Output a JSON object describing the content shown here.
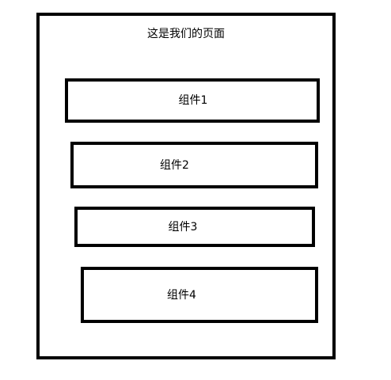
{
  "page": {
    "title": "这是我们的页面"
  },
  "components": [
    {
      "label": "组件1"
    },
    {
      "label": "组件2"
    },
    {
      "label": "组件3"
    },
    {
      "label": "组件4"
    }
  ]
}
